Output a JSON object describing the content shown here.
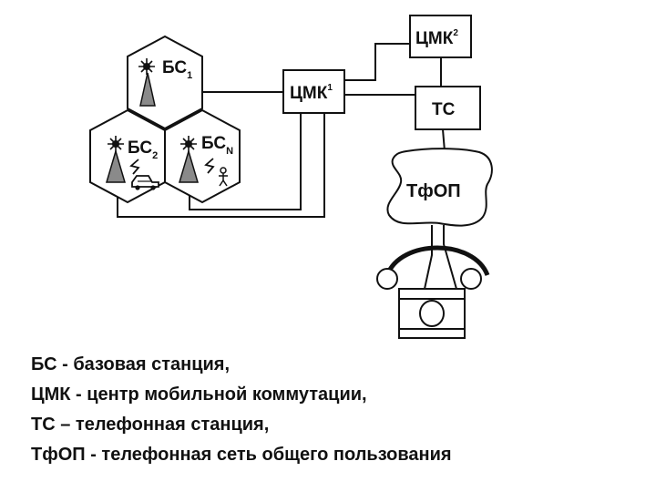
{
  "diagram": {
    "bs1": {
      "base": "БС",
      "sub": "1"
    },
    "bs2": {
      "base": "БС",
      "sub": "2"
    },
    "bsN": {
      "base": "БС",
      "sub": "N"
    },
    "msc1": {
      "base": "ЦМК",
      "sup": "1"
    },
    "msc2": {
      "base": "ЦМК",
      "sup": "2"
    },
    "ts": "ТС",
    "pstn": "ТфОП"
  },
  "legend": [
    "БС -  базовая станция,",
    "ЦМК - центр мобильной коммутации,",
    "ТС – телефонная станция,",
    "ТфОП  - телефонная сеть общего пользования"
  ]
}
